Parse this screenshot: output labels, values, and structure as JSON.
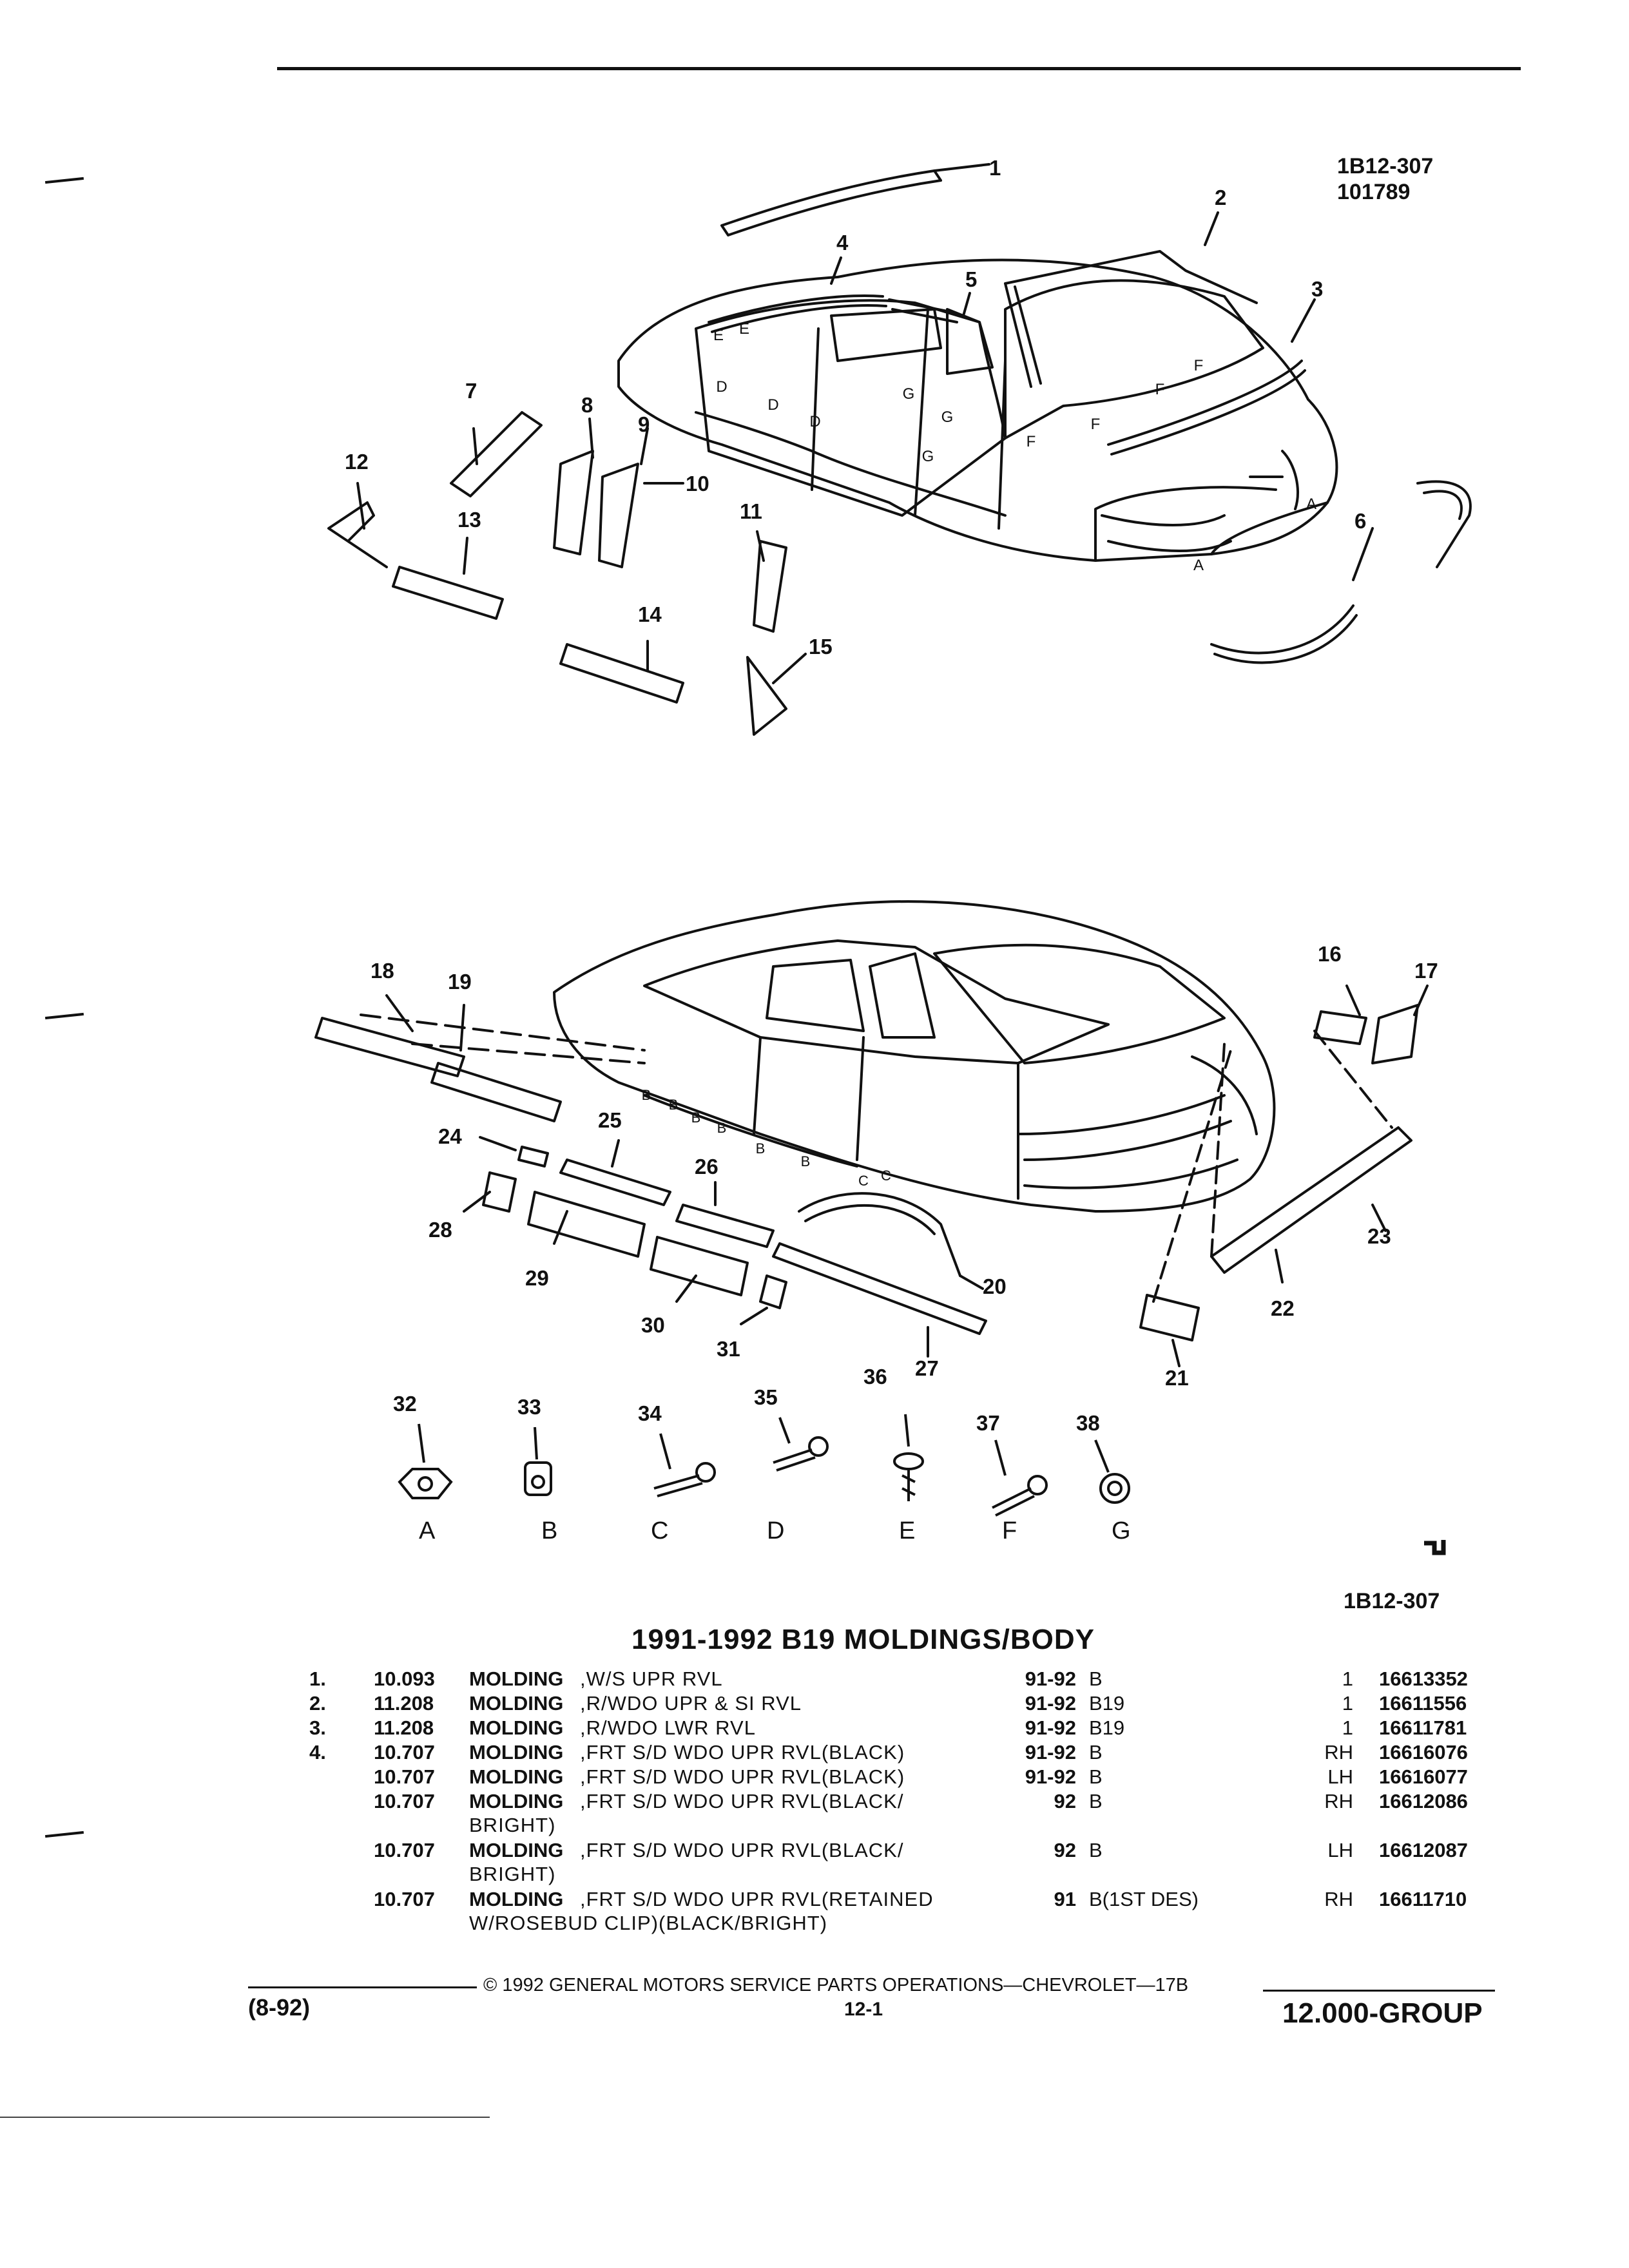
{
  "header": {
    "ref_code": "1B12-307",
    "ref_date": "101789"
  },
  "diagram_top": {
    "callouts": [
      "1",
      "2",
      "3",
      "4",
      "5",
      "6",
      "7",
      "8",
      "9",
      "10",
      "11",
      "12",
      "13",
      "14",
      "15"
    ]
  },
  "diagram_bottom": {
    "callouts": [
      "16",
      "17",
      "18",
      "19",
      "20",
      "21",
      "22",
      "23",
      "24",
      "25",
      "26",
      "27",
      "28",
      "29",
      "30",
      "31",
      "32",
      "33",
      "34",
      "35",
      "36",
      "37",
      "38"
    ],
    "fastener_letters": [
      "A",
      "B",
      "C",
      "D",
      "E",
      "F",
      "G"
    ]
  },
  "figure_ref": "1B12-307",
  "section_title": "1991-1992 B19 MOLDINGS/BODY",
  "parts": [
    {
      "num": "1.",
      "group": "10.093",
      "name": "MOLDING",
      "desc": ",W/S UPR RVL",
      "desc2": "",
      "years": "91-92",
      "series": "B",
      "qty": "1",
      "part_no": "16613352"
    },
    {
      "num": "2.",
      "group": "11.208",
      "name": "MOLDING",
      "desc": ",R/WDO UPR & SI RVL",
      "desc2": "",
      "years": "91-92",
      "series": "B19",
      "qty": "1",
      "part_no": "16611556"
    },
    {
      "num": "3.",
      "group": "11.208",
      "name": "MOLDING",
      "desc": ",R/WDO LWR RVL",
      "desc2": "",
      "years": "91-92",
      "series": "B19",
      "qty": "1",
      "part_no": "16611781"
    },
    {
      "num": "4.",
      "group": "10.707",
      "name": "MOLDING",
      "desc": ",FRT S/D WDO UPR RVL(BLACK)",
      "desc2": "",
      "years": "91-92",
      "series": "B",
      "qty": "RH",
      "part_no": "16616076"
    },
    {
      "num": "",
      "group": "10.707",
      "name": "MOLDING",
      "desc": ",FRT S/D WDO UPR RVL(BLACK)",
      "desc2": "",
      "years": "91-92",
      "series": "B",
      "qty": "LH",
      "part_no": "16616077"
    },
    {
      "num": "",
      "group": "10.707",
      "name": "MOLDING",
      "desc": ",FRT S/D WDO UPR RVL(BLACK/",
      "desc2": "BRIGHT)",
      "years": "92",
      "series": "B",
      "qty": "RH",
      "part_no": "16612086"
    },
    {
      "num": "",
      "group": "10.707",
      "name": "MOLDING",
      "desc": ",FRT S/D WDO UPR RVL(BLACK/",
      "desc2": "BRIGHT)",
      "years": "92",
      "series": "B",
      "qty": "LH",
      "part_no": "16612087"
    },
    {
      "num": "",
      "group": "10.707",
      "name": "MOLDING",
      "desc": ",FRT S/D WDO UPR RVL(RETAINED",
      "desc2": "W/ROSEBUD CLIP)(BLACK/BRIGHT)",
      "years": "91",
      "series": "B(1ST DES)",
      "qty": "RH",
      "part_no": "16611710"
    }
  ],
  "footer": {
    "left": "(8-92)",
    "copyright": "© 1992 GENERAL MOTORS SERVICE PARTS OPERATIONS—CHEVROLET—17B",
    "page": "12-1",
    "group": "12.000-GROUP"
  }
}
